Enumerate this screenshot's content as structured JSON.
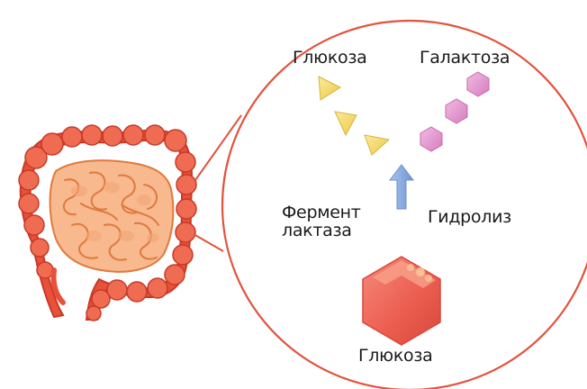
{
  "labels": {
    "glucose_top": "Глюкоза",
    "galactose": "Галактоза",
    "enzyme_line1": "Фермент",
    "enzyme_line2": "лактаза",
    "hydrolysis": "Гидролиз",
    "glucose_bottom": "Глюкоза"
  },
  "colors": {
    "circle_outline": "#e2533d",
    "intestine_outer": "#e8503a",
    "intestine_inner": "#f7b98d",
    "glucose_triangle": "#f6dc6a",
    "galactose_hexagon": "#e59ad0",
    "arrow": "#8fb1e3",
    "big_hexagon": "#ee6a5c"
  }
}
